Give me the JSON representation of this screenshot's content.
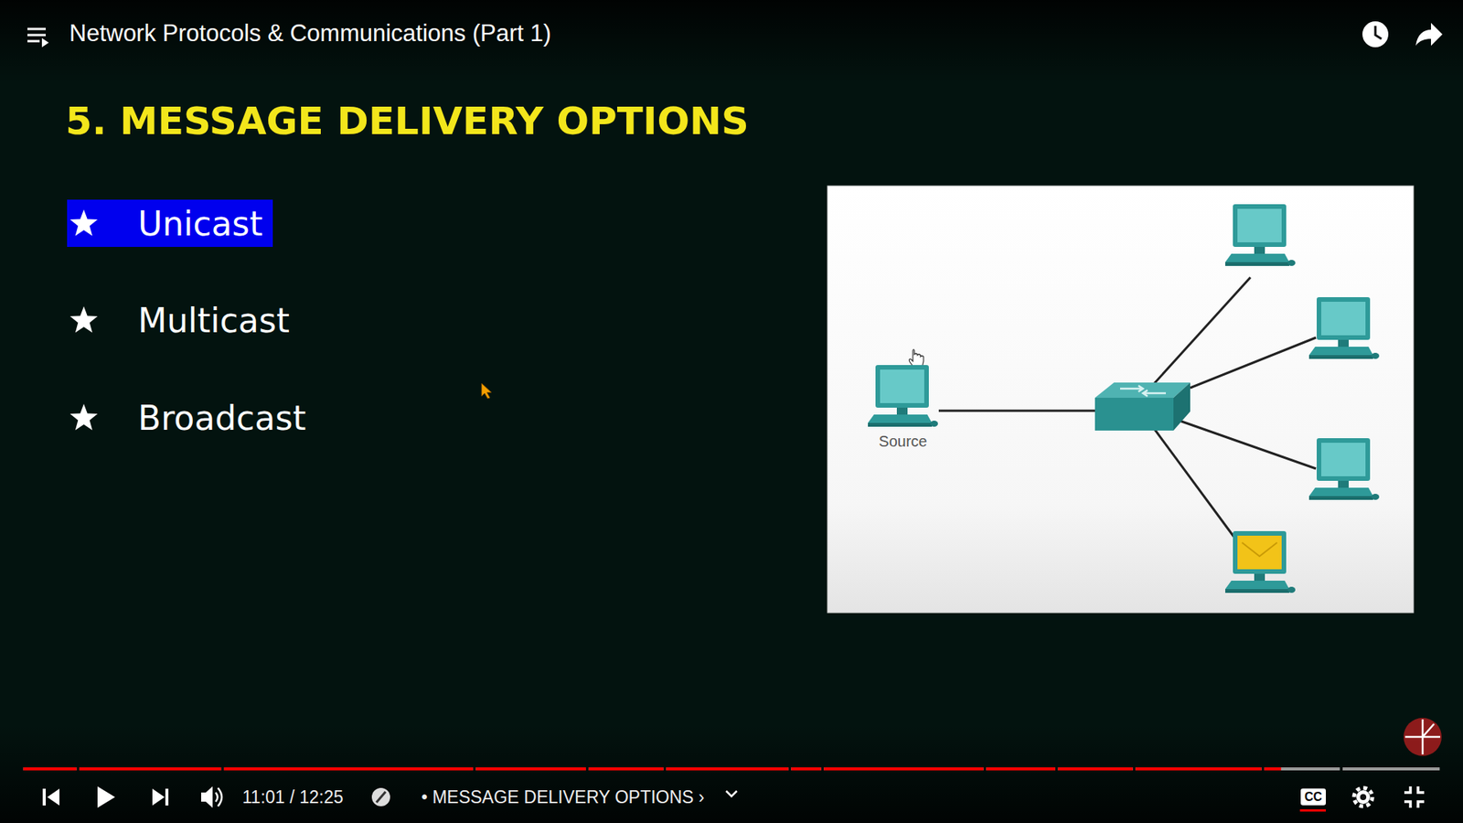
{
  "diagram": {
    "title": "5. MESSAGE DELIVERY OPTIONS",
    "nodes": [
      {
        "text": [
          "Source"
        ]
      }
    ],
    "labels": [
      "Network Protocols & Communications (Part 1)",
      "Unicast",
      "Multicast",
      "Broadcast",
      "11:01 / 12:25",
      "• MESSAGE DELIVERY OPTIONS ›",
      "CC"
    ]
  }
}
